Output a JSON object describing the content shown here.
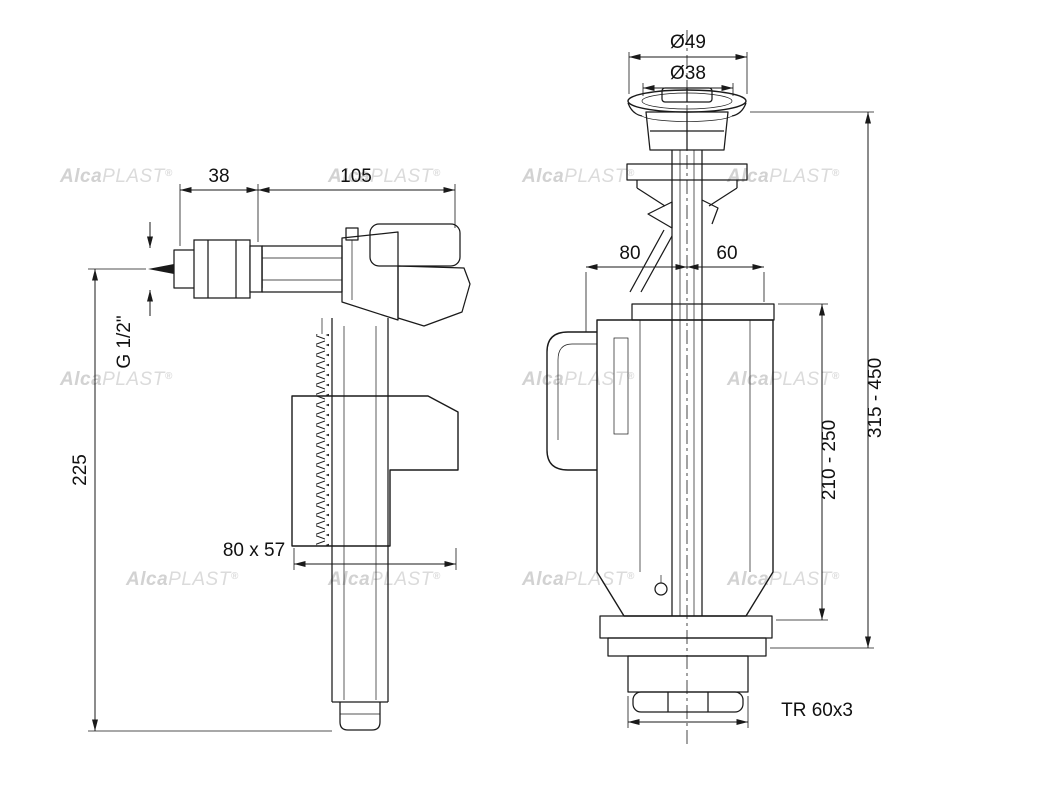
{
  "watermark": {
    "alca": "Alca",
    "plast": "PLAST",
    "reg": "®"
  },
  "fill_valve": {
    "dims": {
      "width_38": "38",
      "width_105": "105",
      "thread": "G 1/2\"",
      "height_225": "225",
      "cup": "80 x 57"
    }
  },
  "flush_valve": {
    "dims": {
      "dia_outer": "Ø49",
      "dia_inner": "Ø38",
      "width_80": "80",
      "width_60": "60",
      "range_inner": "210 - 250",
      "range_outer": "315 - 450",
      "thread": "TR 60x3"
    }
  },
  "colors": {
    "line": "#1a1a1a",
    "watermark": "#d2d2d2",
    "background": "#ffffff"
  }
}
